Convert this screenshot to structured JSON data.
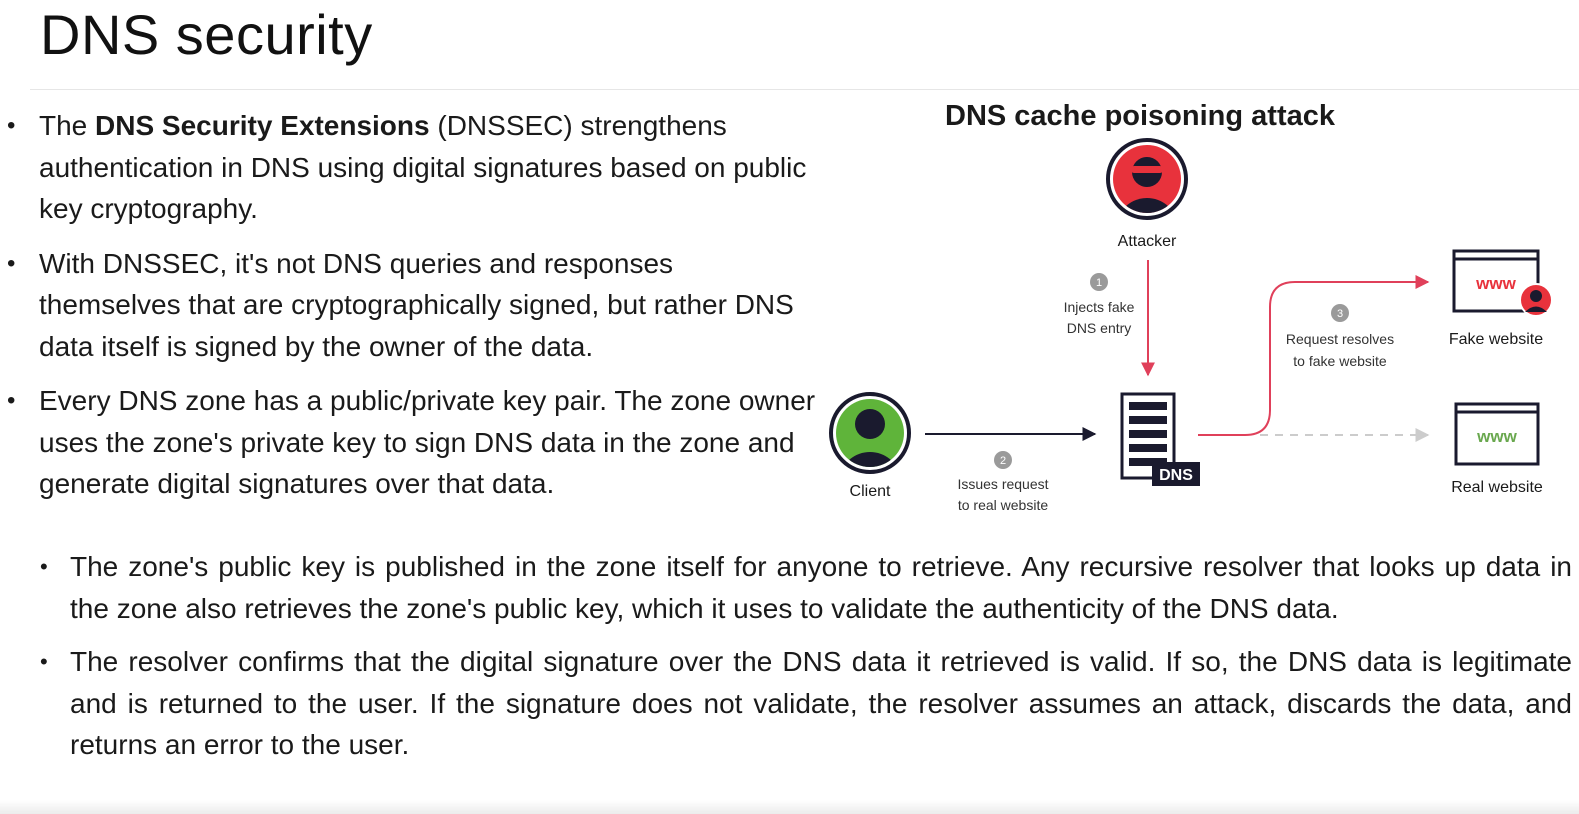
{
  "slide": {
    "title": "DNS security"
  },
  "bullets": [
    {
      "lead": "The ",
      "bold": "DNS Security Extensions",
      "rest": " (DNSSEC) strengthens authentication in DNS using digital signatures based on public key cryptography."
    },
    {
      "text": "With DNSSEC, it's not DNS queries and responses themselves that are cryptographically signed, but rather DNS data itself is signed by the owner of the data."
    },
    {
      "text": "Every DNS zone has a public/private key pair. The zone owner uses the zone's private key to sign DNS data in the zone and generate digital signatures over that data."
    }
  ],
  "sub_bullets": [
    {
      "text": "The zone's public key is published in the zone itself for anyone to retrieve. Any recursive resolver that looks up data in the zone also retrieves the zone's public key, which it uses to validate the authenticity of the DNS data."
    },
    {
      "text": "The resolver confirms that the digital signature over the DNS data it retrieved is valid. If so, the DNS data is legitimate and is returned to the user. If the signature does not validate, the resolver assumes an attack, discards the data, and returns an error to the user."
    }
  ],
  "diagram": {
    "title": "DNS cache poisoning attack",
    "attacker": {
      "label": "Attacker",
      "icon": "hacker-avatar-icon",
      "color": "#e8323c"
    },
    "client": {
      "label": "Client",
      "icon": "user-avatar-icon",
      "color": "#5fb43a"
    },
    "dns_server": {
      "label": "DNS",
      "icon": "server-stack-icon"
    },
    "fake_site": {
      "label": "Fake website",
      "www": "www",
      "www_color": "#e8323c"
    },
    "real_site": {
      "label": "Real website",
      "www": "www",
      "www_color": "#6aa84f"
    },
    "steps": [
      {
        "number": "1",
        "line1": "Injects fake",
        "line2": "DNS entry"
      },
      {
        "number": "2",
        "line1": "Issues request",
        "line2": "to real website"
      },
      {
        "number": "3",
        "line1": "Request resolves",
        "line2": "to fake website"
      }
    ],
    "colors": {
      "attack_path": "#e0405a",
      "normal_path": "#1a1a2e",
      "blocked_path": "#cccccc",
      "step_badge": "#9a9a9a"
    }
  }
}
